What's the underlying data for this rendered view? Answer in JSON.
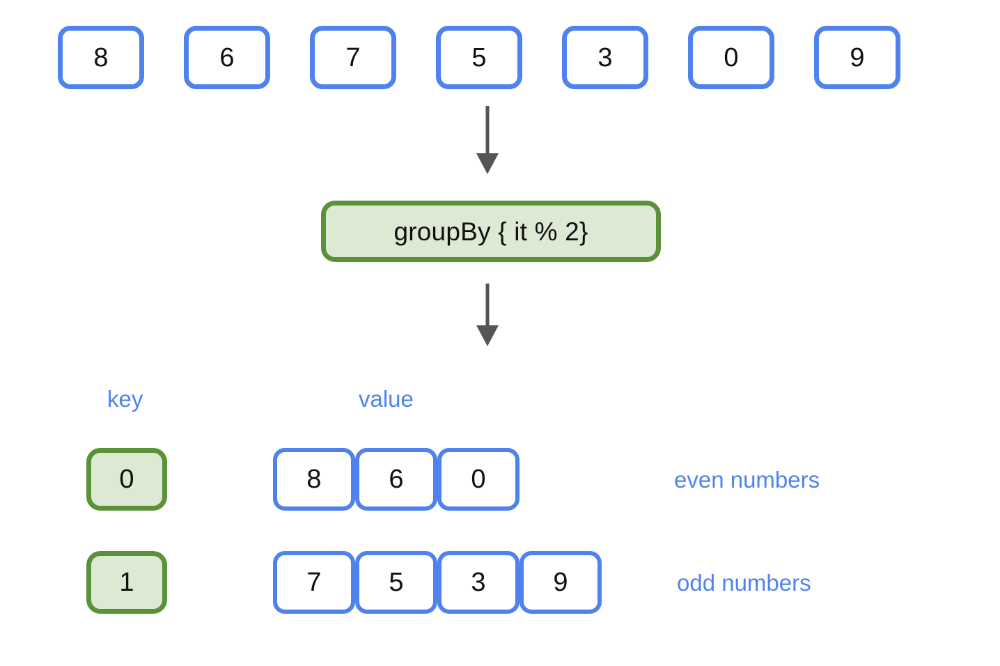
{
  "diagram": {
    "title_text": "groupBy { it % 2}",
    "colors": {
      "cell_border_blue": "#4f82ed",
      "label_blue": "#5083ef",
      "green_border": "#5b9139",
      "green_fill": "#dde9d3",
      "arrow_gray": "#555555",
      "text_black": "#101010",
      "background": "#ffffff"
    },
    "input_row": {
      "name": "input-list",
      "items": [
        "8",
        "6",
        "7",
        "5",
        "3",
        "0",
        "9"
      ]
    },
    "operation": {
      "label": "groupBy { it % 2}"
    },
    "column_headers": {
      "key": "key",
      "value": "value"
    },
    "groups": [
      {
        "key": "0",
        "values": [
          "8",
          "6",
          "0"
        ],
        "annotation": "even numbers"
      },
      {
        "key": "1",
        "values": [
          "7",
          "5",
          "3",
          "9"
        ],
        "annotation": "odd numbers"
      }
    ],
    "arrows": [
      {
        "name": "arrow-input-to-operation",
        "from": "input-list",
        "to": "operation"
      },
      {
        "name": "arrow-operation-to-result",
        "from": "operation",
        "to": "result-table"
      }
    ]
  }
}
